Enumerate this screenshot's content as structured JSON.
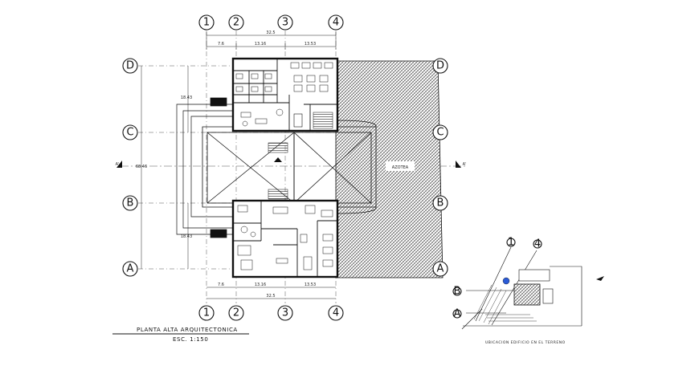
{
  "plan": {
    "title": "PLANTA ALTA ARQUITECTONICA",
    "scale": "ESC. 1:150",
    "column_axes": [
      "1",
      "2",
      "3",
      "4"
    ],
    "row_axes": [
      "A",
      "B",
      "C",
      "D"
    ],
    "overall_width_dim": "32.5",
    "segment_dims": [
      "7.6",
      "13.16",
      "13.53"
    ],
    "vertical_dims": [
      "18.43",
      "68.46",
      "18.43"
    ],
    "section_marker": "A'",
    "roof_label": "AZOTEA"
  },
  "site_plan": {
    "caption": "UBICACION EDIFICIO EN EL TERRENO",
    "grid_labels": [
      "1",
      "4",
      "B",
      "A"
    ]
  }
}
